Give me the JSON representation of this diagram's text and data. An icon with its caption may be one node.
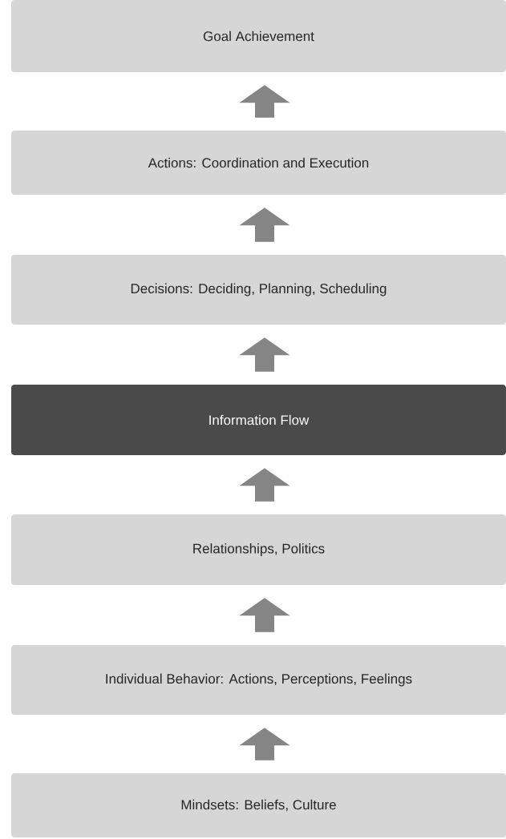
{
  "diagram": {
    "nodes": [
      {
        "text": [
          "Goal Achievement"
        ]
      },
      {
        "text": [
          "Actions:  Coordination and Execution"
        ]
      },
      {
        "text": [
          "Decisions:  Deciding, Planning, Scheduling"
        ]
      },
      {
        "text": [
          "Information Flow"
        ]
      },
      {
        "text": [
          "Relationships, Politics"
        ]
      },
      {
        "text": [
          "Individual Behavior: Actions, Perceptions, Feelings"
        ]
      },
      {
        "text": [
          "Mindsets:  Beliefs, Culture"
        ]
      }
    ],
    "edges": [
      {
        "from": 6,
        "to": 5,
        "arrow": "to"
      },
      {
        "from": 5,
        "to": 4,
        "arrow": "to"
      },
      {
        "from": 4,
        "to": 3,
        "arrow": "to"
      },
      {
        "from": 3,
        "to": 2,
        "arrow": "to"
      },
      {
        "from": 2,
        "to": 1,
        "arrow": "to"
      },
      {
        "from": 1,
        "to": 0,
        "arrow": "to"
      }
    ]
  }
}
